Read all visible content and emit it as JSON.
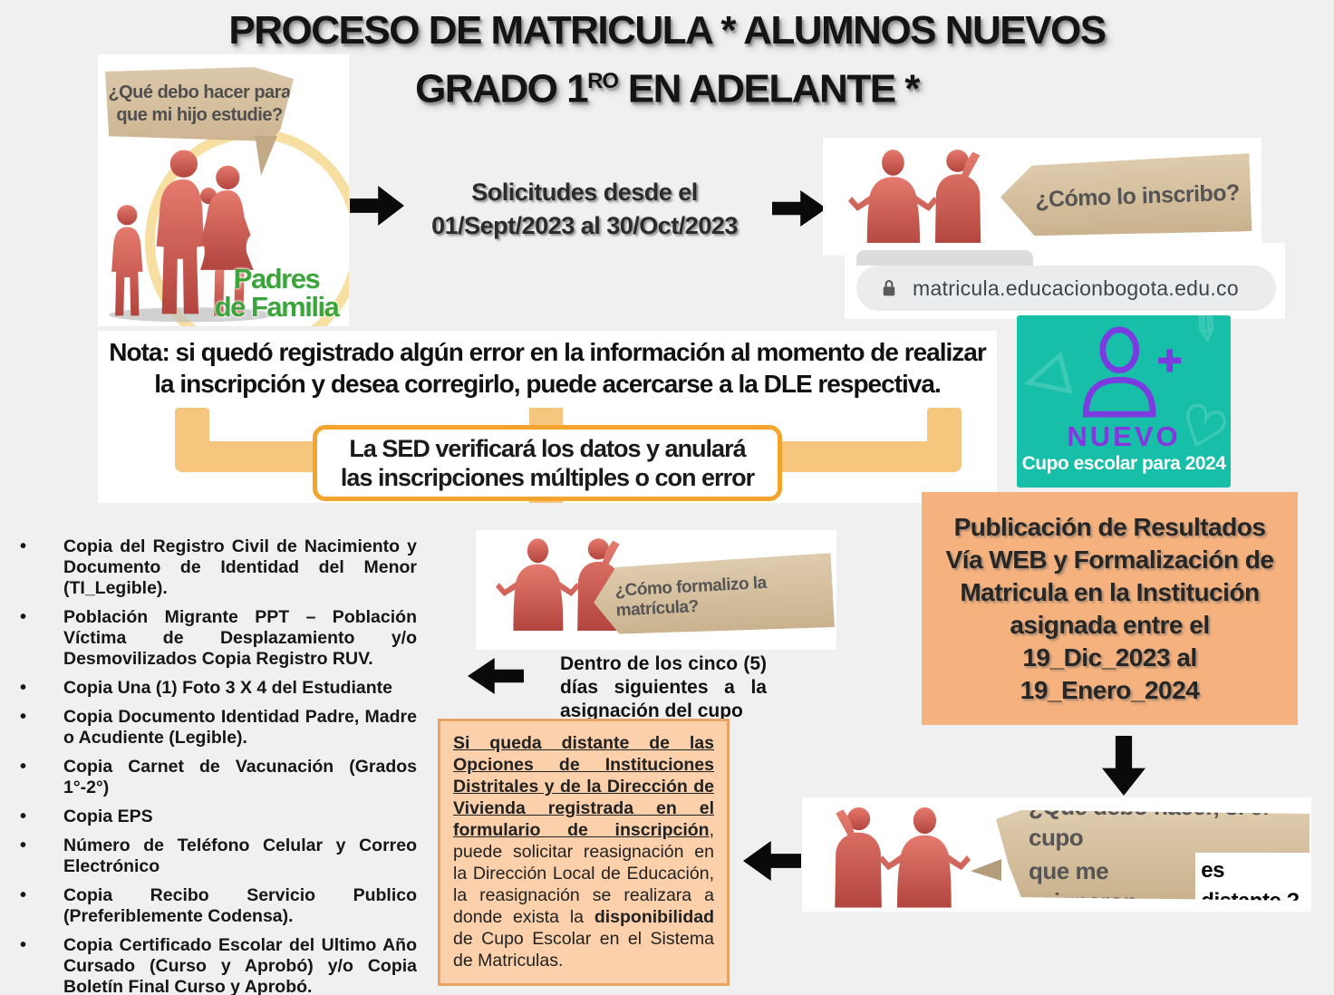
{
  "title": {
    "line1": "PROCESO DE MATRICULA * ALUMNOS NUEVOS",
    "line2_prefix": "GRADO 1",
    "line2_superscript": "RO",
    "line2_suffix": " EN ADELANTE *"
  },
  "padres_card": {
    "bubble_line1": "¿Qué debo hacer para",
    "bubble_line2": "que mi hijo estudie?",
    "caption_line1": "Padres",
    "caption_line2": "de Familia"
  },
  "solicitudes": {
    "line1": "Solicitudes desde el",
    "line2": "01/Sept/2023 al 30/Oct/2023"
  },
  "inscribo_card": {
    "bubble": "¿Cómo lo inscribo?"
  },
  "browser_bar": {
    "url": "matricula.educacionbogota.edu.co"
  },
  "nota_card": {
    "nota_line1": "Nota: si quedó registrado algún error en la información al momento de realizar",
    "nota_line2": "la inscripción y desea corregirlo, puede acercarse a la DLE respectiva.",
    "sed_line1": "La SED verificará los datos y anulará",
    "sed_line2": "las inscripciones múltiples o con error"
  },
  "nuevo_card": {
    "title": "NUEVO",
    "caption": "Cupo escolar para 2024"
  },
  "publicacion_box": {
    "lines": [
      "Publicación de Resultados",
      "Vía WEB y Formalización de",
      "Matricula en la Institución",
      "asignada entre el",
      "19_Dic_2023 al",
      "19_Enero_2024"
    ]
  },
  "formalizo_card": {
    "bubble": "¿Cómo formalizo la matrícula?",
    "deadline": "Dentro de los cinco (5) días siguientes a la asignación del cupo"
  },
  "reasignacion_box": {
    "underlined_part": "Si queda distante de las Opciones de Instituciones Distritales y de la Dirección de Vivienda registrada en el formulario de inscripción",
    "regular_part1": ", puede solicitar reasignación en la Dirección Local de Educación, la reasignación se realizara a donde exista la ",
    "bold_word": "disponibilidad",
    "regular_part2": " de Cupo Escolar en el Sistema de Matriculas."
  },
  "cupo_distante_card": {
    "bubble_line1": "¿Qué debo hacer, si el cupo",
    "bubble_line2": "que me asignaron,",
    "highlight": "es distante ?"
  },
  "requisitos_list": {
    "items": [
      "Copia del Registro Civil de Nacimiento y Documento de Identidad del Menor (TI_Legible).",
      "Población Migrante PPT – Población Víctima de Desplazamiento y/o Desmovilizados Copia Registro RUV.",
      "Copia Una (1) Foto 3 X 4 del Estudiante",
      "Copia Documento Identidad Padre, Madre o Acudiente (Legible).",
      "Copia Carnet de Vacunación (Grados 1°-2°)",
      "Copia EPS",
      "Número de Teléfono Celular y Correo Electrónico",
      "Copia Recibo Servicio Publico (Preferiblemente Codensa).",
      "Copia Certificado Escolar del Ultimo Año Cursado (Curso y Aprobó) y/o Copia Boletín Final Curso y Aprobó."
    ]
  },
  "icons": {
    "lock": "lock-icon",
    "person_add": "person-add-icon",
    "arrow_right": "arrow-right-icon",
    "arrow_left": "arrow-left-icon",
    "arrow_down": "arrow-down-icon",
    "family_silhouette": "family-silhouette-icon",
    "questioning_figures": "questioning-figures-icon"
  },
  "colors": {
    "background": "#f0f0f1",
    "teal_card": "#17bfa8",
    "purple_accent": "#7c3be0",
    "orange_box_fill": "#f5b27f",
    "peach_box_fill": "#fbd0aa",
    "peach_box_border": "#e9a366",
    "bracket_orange": "#f7c67e",
    "sed_border_orange": "#f2a42c",
    "figure_red": "#cc5a50",
    "bubble_tan": "#d2bb9a",
    "caption_green": "#3ba53b"
  }
}
